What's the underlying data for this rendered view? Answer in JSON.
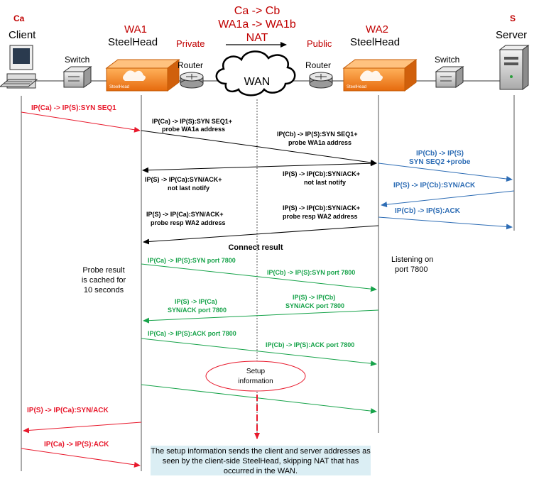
{
  "header": {
    "ca_tag": "Ca",
    "client": "Client",
    "wa1_tag": "WA1",
    "steelhead1": "SteelHead",
    "private": "Private",
    "nat_line1": "Ca -> Cb",
    "nat_line2": "WA1a -> WA1b",
    "nat_line3": "NAT",
    "public": "Public",
    "wa2_tag": "WA2",
    "steelhead2": "SteelHead",
    "s_tag": "S",
    "server": "Server"
  },
  "devices": {
    "switch_left": "Switch",
    "router_left": "Router",
    "wan": "WAN",
    "router_right": "Router",
    "switch_right": "Switch",
    "appliance_brand": "SteelHead"
  },
  "messages": {
    "m1": "IP(Ca) -> IP(S):SYN SEQ1",
    "m2a": "IP(Ca) -> IP(S):SYN SEQ1+",
    "m2b": "probe WA1a address",
    "m3a": "IP(Cb) -> IP(S):SYN SEQ1+",
    "m3b": "probe WA1a address",
    "m4a": "IP(Cb) -> IP(S)",
    "m4b": "SYN SEQ2 +probe",
    "m5a": "IP(S) -> IP(Ca):SYN/ACK+",
    "m5b": "not last notify",
    "m6a": "IP(S) -> IP(Cb):SYN/ACK+",
    "m6b": "not last notify",
    "m7": "IP(S) -> IP(Cb):SYN/ACK",
    "m8a": "IP(S) -> IP(Cb):SYN/ACK+",
    "m8b": "probe resp WA2 address",
    "m9": "IP(Cb) -> IP(S):ACK",
    "m10a": "IP(S) -> IP(Ca):SYN/ACK+",
    "m10b": "probe resp WA2 address",
    "connect": "Connect result",
    "listen1": "Listening on",
    "listen2": "port 7800",
    "probe1": "Probe result",
    "probe2": "is cached for",
    "probe3": "10 seconds",
    "g1": "IP(Ca) -> IP(S):SYN port 7800",
    "g2": "IP(Cb) -> IP(S):SYN port 7800",
    "g3a": "IP(S) -> IP(Cb)",
    "g3b": "SYN/ACK port 7800",
    "g4a": "IP(S) -> IP(Ca)",
    "g4b": "SYN/ACK port 7800",
    "g5": "IP(Ca) -> IP(S):ACK port 7800",
    "g6": "IP(Cb) -> IP(S):ACK port 7800",
    "setup1": "Setup",
    "setup2": "information",
    "r1": "IP(S) -> IP(Ca):SYN/ACK",
    "r2": "IP(Ca) -> IP(S):ACK"
  },
  "note": "The setup information sends the client and server addresses as seen by the client-side SteelHead, skipping NAT that has occurred in the WAN.",
  "colors": {
    "red": "#e8192c",
    "black": "#000000",
    "blue": "#2e6db5",
    "green": "#17a34a",
    "orange": "#f58220",
    "note_bg": "#dbeef4"
  }
}
